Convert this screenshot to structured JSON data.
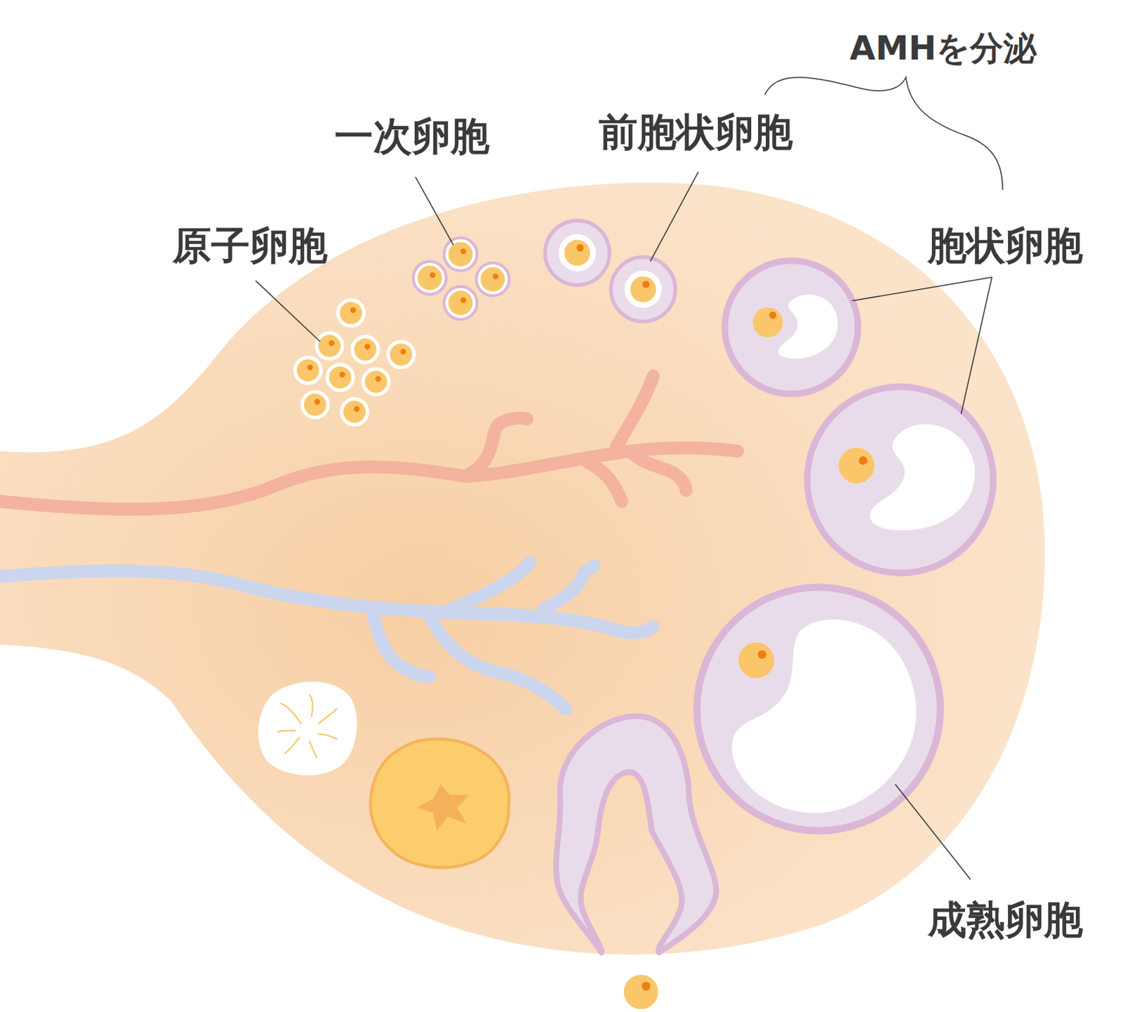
{
  "diagram": {
    "labels": [
      "AMHを分泌",
      "一次卵胞",
      "前胞状卵胞",
      "原子卵胞",
      "胞状卵胞",
      "成熟卵胞"
    ]
  }
}
